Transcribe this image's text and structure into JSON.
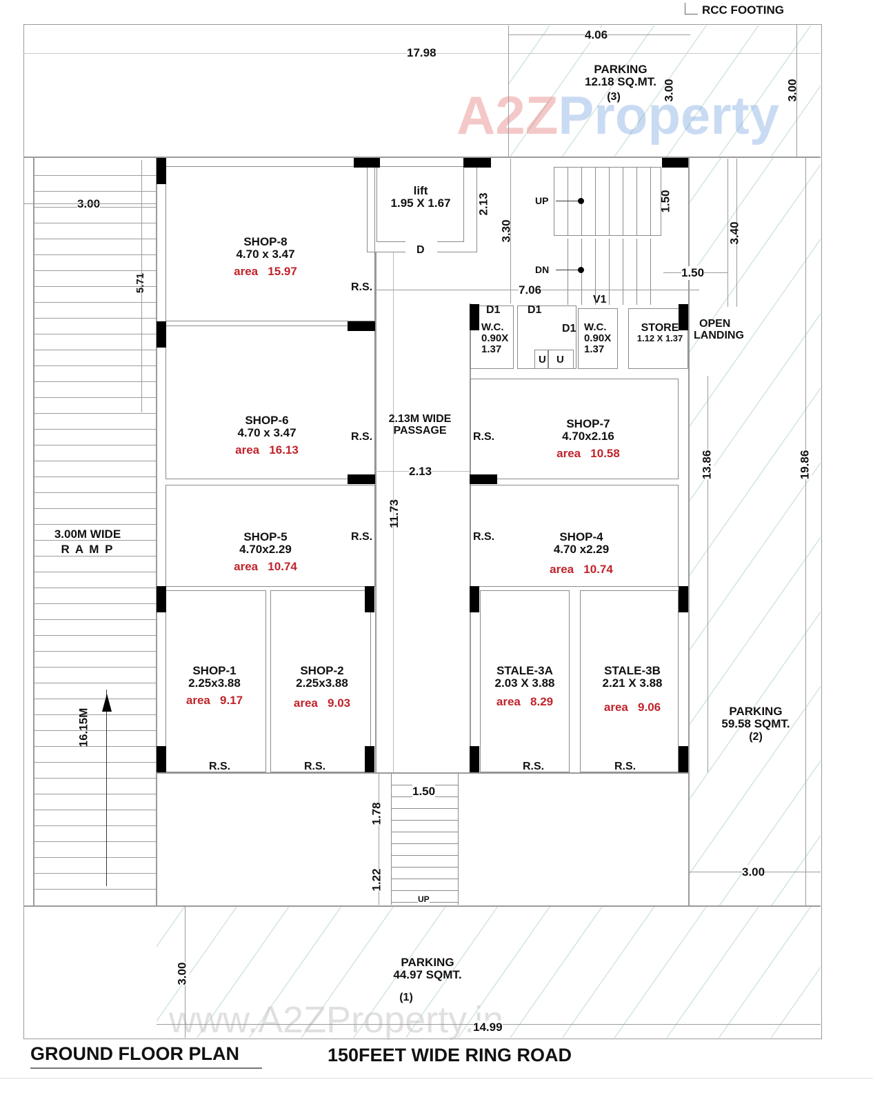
{
  "title": "GROUND FLOOR PLAN",
  "road": "150FEET WIDE RING ROAD",
  "watermarks": {
    "logo_a2z": "A2Z",
    "logo_property": "Property",
    "url": "www.A2ZProperty.in"
  },
  "colors": {
    "area_text": "#c0232b",
    "hatch": "#d3e6dc",
    "wall": "#8a8a8a",
    "column": "#000000"
  },
  "callouts": {
    "rcc_footing": "RCC FOOTING",
    "open_landing_1": "OPEN",
    "open_landing_2": "LANDING"
  },
  "dimensions": {
    "overall_width": "17.98",
    "top_parking_width": "4.06",
    "top_parking_depth_inner": "3.00",
    "top_parking_depth_outer": "3.00",
    "ramp_width": "3.00",
    "ramp_upper": "5.71",
    "ramp_length": "16.15M",
    "lift_depth": "2.13",
    "stair_depth": "3.30",
    "stair_flight": "1.50",
    "stair_width": "1.50",
    "landing_depth": "3.40",
    "passage_top": "7.06",
    "passage_width": "2.13",
    "passage_length": "11.73",
    "right_inner": "13.86",
    "right_outer": "19.86",
    "front_steps_1": "1.78",
    "front_steps_2": "1.22",
    "front_steps_width": "1.50",
    "right_parking_width": "3.00",
    "front_parking_depth": "3.00",
    "front_width": "14.99"
  },
  "rooms": {
    "shop8": {
      "name": "SHOP-8",
      "size": "4.70 x 3.47",
      "area_label": "area",
      "area": "15.97"
    },
    "shop6": {
      "name": "SHOP-6",
      "size": "4.70 x 3.47",
      "area_label": "area",
      "area": "16.13"
    },
    "shop5": {
      "name": "SHOP-5",
      "size": "4.70x2.29",
      "area_label": "area",
      "area": "10.74"
    },
    "shop7": {
      "name": "SHOP-7",
      "size": "4.70x2.16",
      "area_label": "area",
      "area": "10.58"
    },
    "shop4": {
      "name": "SHOP-4",
      "size": "4.70 x2.29",
      "area_label": "area",
      "area": "10.74"
    },
    "shop1": {
      "name": "SHOP-1",
      "size": "2.25x3.88",
      "area_label": "area",
      "area": "9.17"
    },
    "shop2": {
      "name": "SHOP-2",
      "size": "2.25x3.88",
      "area_label": "area",
      "area": "9.03"
    },
    "stale3a": {
      "name": "STALE-3A",
      "size": "2.03 X 3.88",
      "area_label": "area",
      "area": "8.29"
    },
    "stale3b": {
      "name": "STALE-3B",
      "size": "2.21 X 3.88",
      "area_label": "area",
      "area": "9.06"
    },
    "lift": {
      "name": "lift",
      "size": "1.95 X 1.67",
      "door": "D"
    },
    "wc1": {
      "door": "D1",
      "name": "W.C.",
      "size1": "0.90X",
      "size2": "1.37"
    },
    "wc2": {
      "door": "D1",
      "name": "W.C.",
      "size1": "0.90X",
      "size2": "1.37",
      "vent": "V1"
    },
    "lobby_door": "D1",
    "urinals": [
      "U",
      "U"
    ],
    "store": {
      "name": "STORE",
      "size": "1.12 X 1.37"
    },
    "passage": {
      "line1": "2.13M WIDE",
      "line2": "PASSAGE"
    },
    "ramp": {
      "line1": "3.00M WIDE",
      "line2": "R A M P"
    },
    "stairs": {
      "up": "UP",
      "dn": "DN"
    },
    "front_steps_up": "UP"
  },
  "rolling_shutter": "R.S.",
  "parking": {
    "p3": {
      "name": "PARKING",
      "area": "12.18 SQ.MT.",
      "num": "(3)"
    },
    "p2": {
      "name": "PARKING",
      "area": "59.58 SQMT.",
      "num": "(2)"
    },
    "p1": {
      "name": "PARKING",
      "area": "44.97 SQMT.",
      "num": "(1)"
    }
  }
}
